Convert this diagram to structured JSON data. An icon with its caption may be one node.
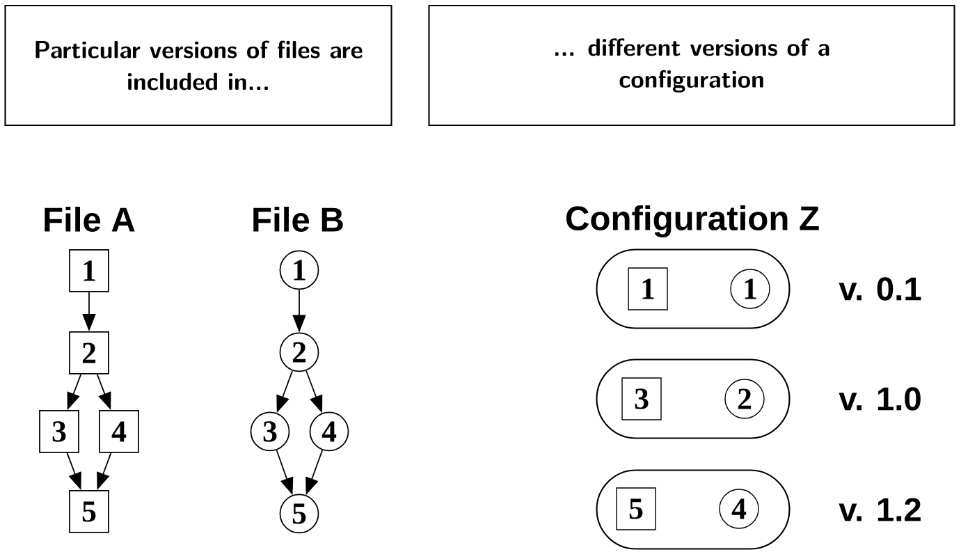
{
  "diagram": {
    "nodes": [
      {
        "text": [
          "Particular versions of files are included in..."
        ]
      },
      {
        "text": [
          "... different versions of a configuration"
        ]
      },
      {
        "text": [
          "1"
        ]
      },
      {
        "text": [
          "2"
        ]
      },
      {
        "text": [
          "3"
        ]
      },
      {
        "text": [
          "4"
        ]
      },
      {
        "text": [
          "5"
        ]
      },
      {
        "text": [
          "1"
        ]
      },
      {
        "text": [
          "2"
        ]
      },
      {
        "text": [
          "3"
        ]
      },
      {
        "text": [
          "4"
        ]
      },
      {
        "text": [
          "5"
        ]
      },
      {
        "text": [],
        "shape": "box",
        "beside": [
          "v. 0.1"
        ]
      },
      {
        "text": [
          "1"
        ],
        "in": 12
      },
      {
        "text": [
          "1"
        ],
        "in": 12
      },
      {
        "text": [],
        "shape": "box",
        "beside": [
          "v. 1.0"
        ]
      },
      {
        "text": [
          "3"
        ],
        "in": 15
      },
      {
        "text": [
          "2"
        ],
        "in": 15
      },
      {
        "text": [],
        "shape": "box",
        "beside": [
          "v. 1.2"
        ]
      },
      {
        "text": [
          "5"
        ],
        "in": 18
      },
      {
        "text": [
          "4"
        ],
        "in": 18
      }
    ],
    "edges": [
      {
        "from": 2,
        "to": 3,
        "arrow": "to"
      },
      {
        "from": 3,
        "to": 4,
        "arrow": "to"
      },
      {
        "from": 3,
        "to": 5,
        "arrow": "to"
      },
      {
        "from": 4,
        "to": 6,
        "arrow": "to"
      },
      {
        "from": 5,
        "to": 6,
        "arrow": "to"
      },
      {
        "from": 7,
        "to": 8,
        "arrow": "to"
      },
      {
        "from": 8,
        "to": 9,
        "arrow": "to"
      },
      {
        "from": 8,
        "to": 10,
        "arrow": "to"
      },
      {
        "from": 9,
        "to": 11,
        "arrow": "to"
      },
      {
        "from": 10,
        "to": 11,
        "arrow": "to"
      }
    ],
    "labels": [
      "File A",
      "File B",
      "Configuration Z"
    ]
  }
}
